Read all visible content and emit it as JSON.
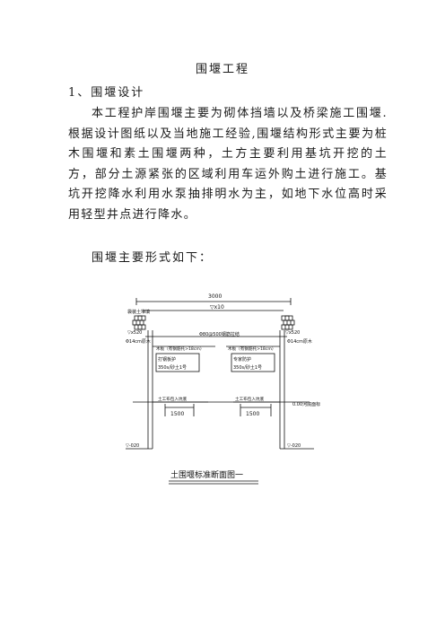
{
  "document": {
    "title": "围堰工程",
    "section_heading": "1、围堰设计",
    "paragraph": "本工程护岸围堰主要为砌体挡墙以及桥梁施工围堰.根据设计图纸以及当地施工经验,围堰结构形式主要为桩木围堰和素土围堰两种，土方主要利用基坑开挖的土方，部分土源紧张的区域利用车运外购土进行施工。基坑开挖降水利用水泵抽排明水为主，如地下水位高时采用轻型井点进行降水。",
    "forms_intro": "围堰主要形式如下："
  },
  "drawing": {
    "overall_width": "3000",
    "slope": "▽x10",
    "left_top_label": "袋装土堆填",
    "elev_left": "▽x520",
    "elev_right": "▽x520",
    "tie_rod": "Φ80@500钢筋拉结",
    "pile_left": "Φ14cm原木",
    "pile_right": "Φ14cm原木",
    "board_left": "木板（有钢筋托>18cm）",
    "board_right": "木板（有钢筋托>18cm）",
    "fill_left_1": "打钢板护",
    "fill_left_2": "350s/砂土1号",
    "fill_right_1": "专家防护",
    "fill_right_2": "350s/砂土1号",
    "soil_left": "土工布包入坑底",
    "soil_right": "土工布包入坑底",
    "zero_level": "0.00河底面标",
    "dim_left": "1500",
    "dim_right": "1500",
    "bottom_left": "▽-020",
    "bottom_right": "▽-020",
    "caption": "土围堰标准断面图一"
  }
}
